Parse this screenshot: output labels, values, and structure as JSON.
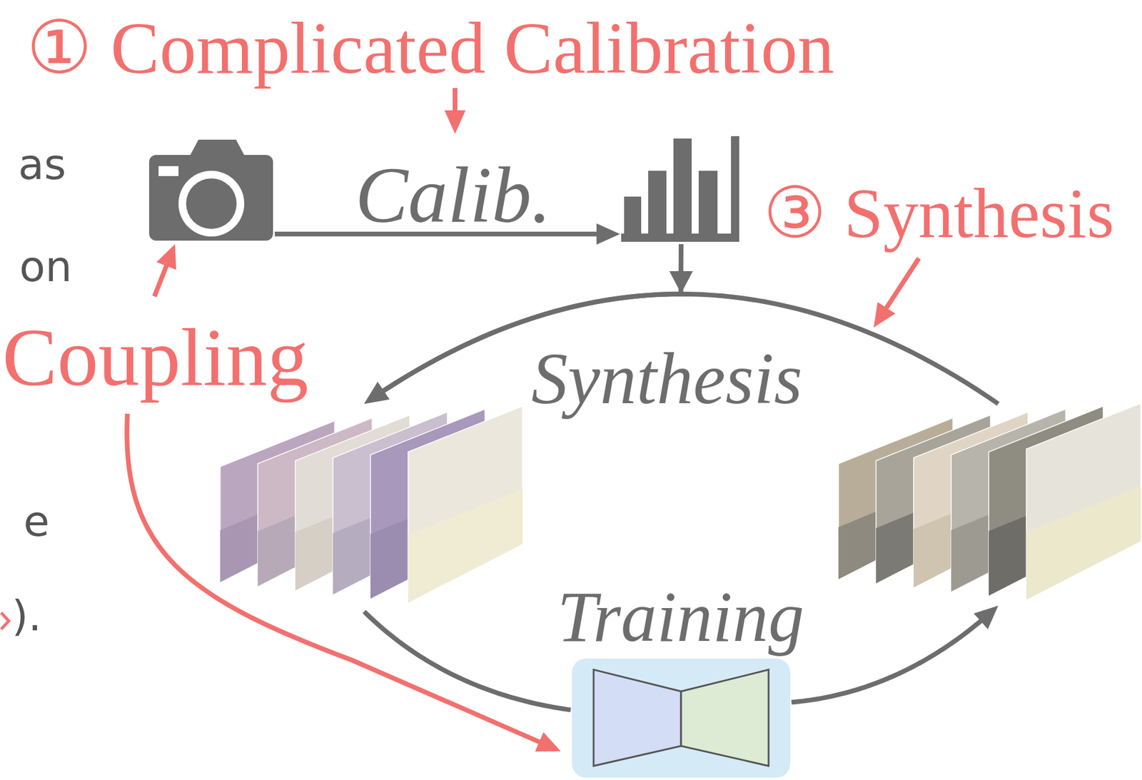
{
  "diagram": {
    "nodes": [
      {
        "text": []
      },
      {
        "text": []
      },
      {
        "text": []
      },
      {
        "text": []
      },
      {
        "text": []
      }
    ],
    "edges": [
      {
        "from": 0,
        "to": 1,
        "arrow": "to",
        "label": "Calib."
      },
      {
        "from": 4,
        "to": 2,
        "arrow": "to",
        "label": "Synthesis"
      },
      {
        "from": 1,
        "to": 2,
        "arrow": "to"
      },
      {
        "from": 2,
        "to": 3,
        "arrow": "none",
        "label": "Training"
      },
      {
        "from": 3,
        "to": 4,
        "arrow": "to"
      }
    ],
    "labels": [
      "① Complicated Calibration",
      "as",
      "on",
      "③ Synthesis",
      "Coupling",
      "e",
      ")."
    ]
  }
}
